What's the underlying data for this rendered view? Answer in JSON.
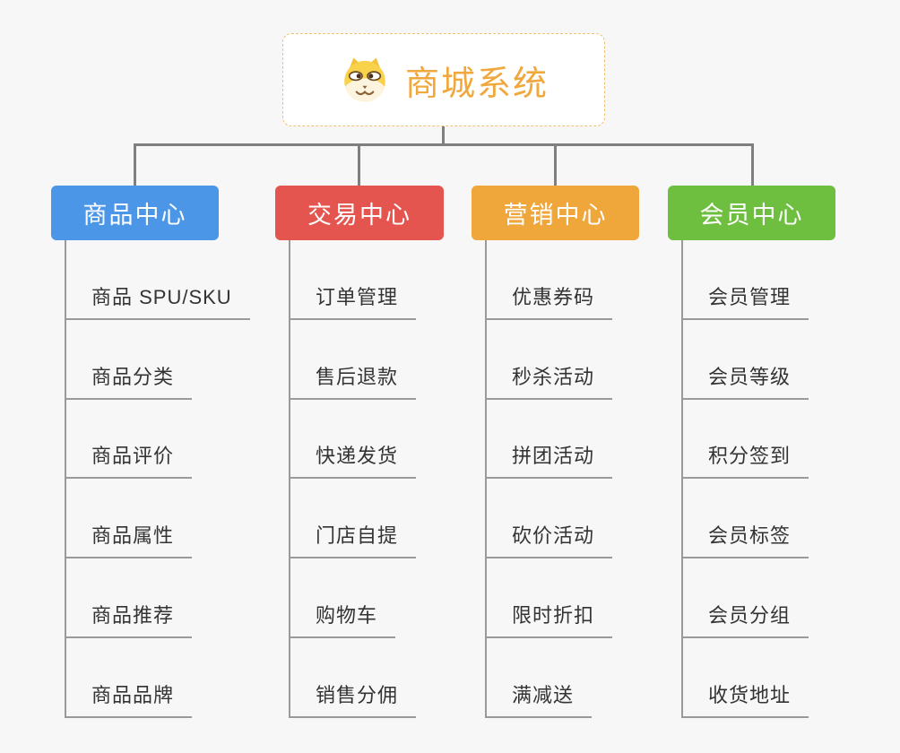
{
  "root": {
    "title": "商城系统",
    "icon": "doge-icon"
  },
  "branches": [
    {
      "label": "商品中心",
      "color": "#4c96e8",
      "items": [
        "商品 SPU/SKU",
        "商品分类",
        "商品评价",
        "商品属性",
        "商品推荐",
        "商品品牌"
      ]
    },
    {
      "label": "交易中心",
      "color": "#e5554f",
      "items": [
        "订单管理",
        "售后退款",
        "快递发货",
        "门店自提",
        "购物车",
        "销售分佣"
      ]
    },
    {
      "label": "营销中心",
      "color": "#efa63b",
      "items": [
        "优惠券码",
        "秒杀活动",
        "拼团活动",
        "砍价活动",
        "限时折扣",
        "满减送"
      ]
    },
    {
      "label": "会员中心",
      "color": "#6ebf40",
      "items": [
        "会员管理",
        "会员等级",
        "积分签到",
        "会员标签",
        "会员分组",
        "收货地址"
      ]
    }
  ],
  "colors": {
    "page_background": "#f7f7f7",
    "root_title": "#f0a83c",
    "root_border": "#f0c070",
    "connector_dark": "#7f7f7f",
    "connector_light": "#9a9a9a",
    "leaf_text": "#333333"
  }
}
